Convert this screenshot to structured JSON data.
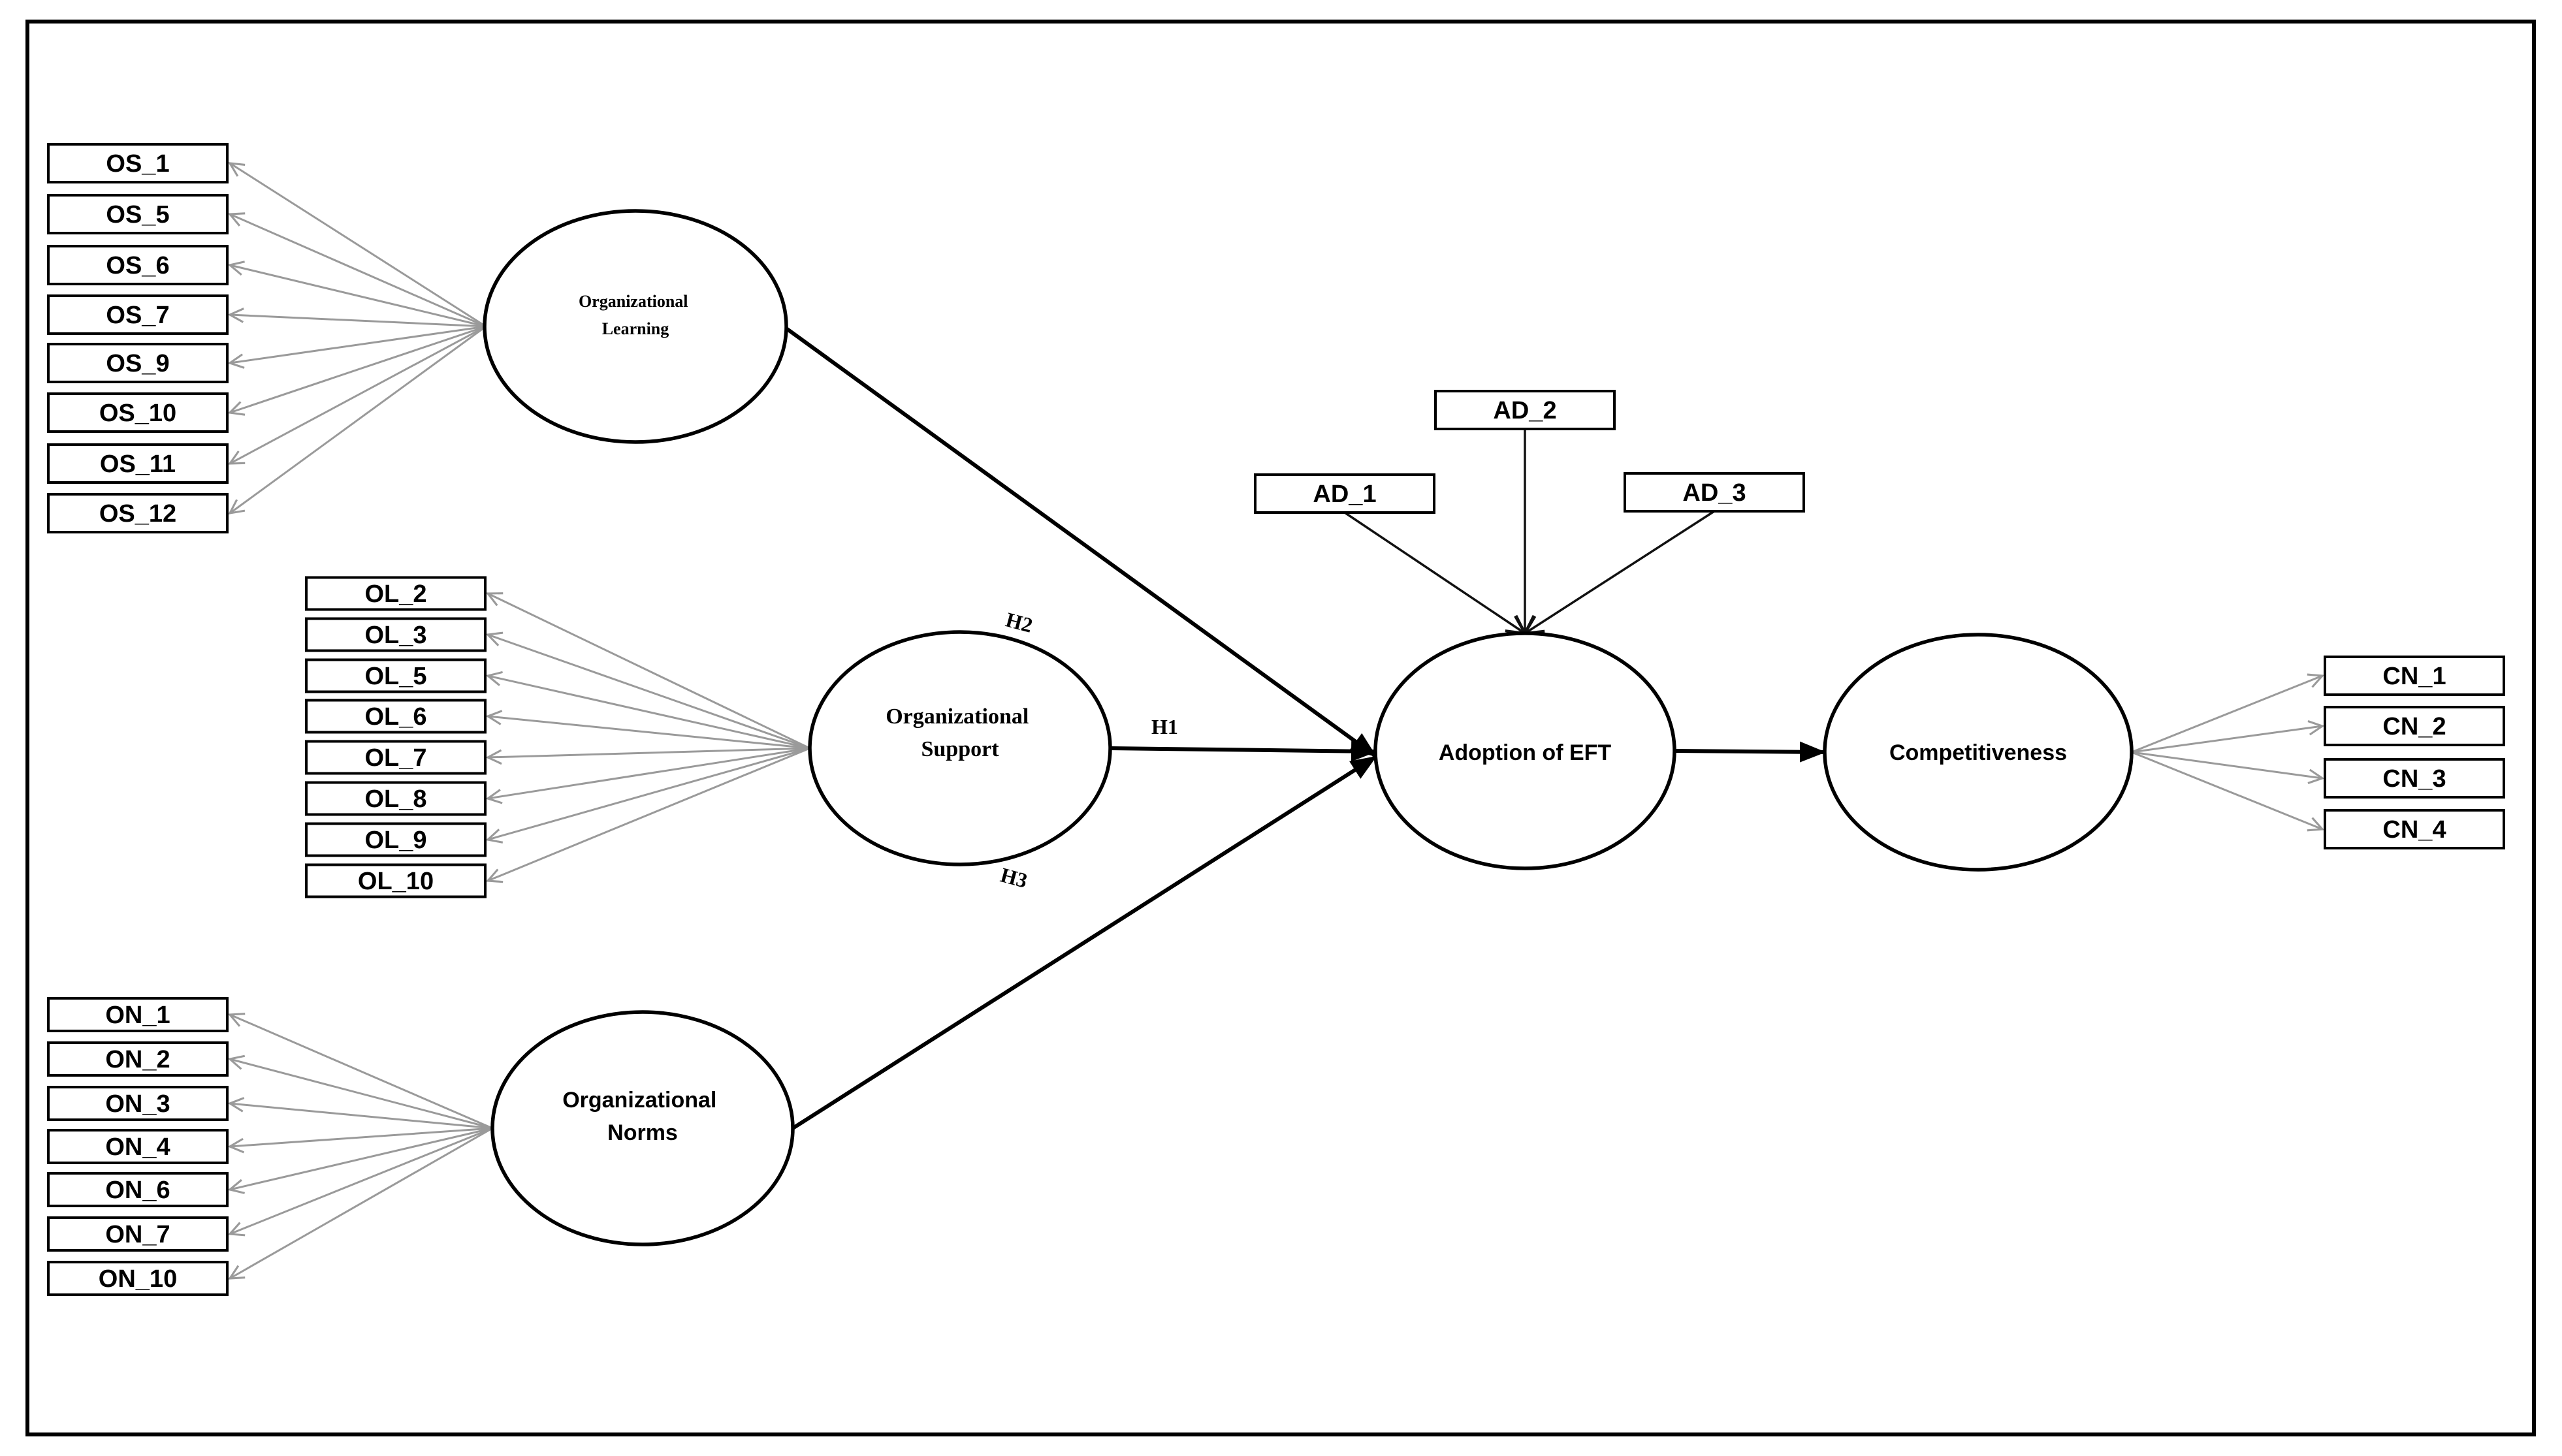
{
  "constructs": {
    "learning": [
      "Organizational",
      "Learning"
    ],
    "support": [
      "Organizational",
      "Support"
    ],
    "norms": [
      "Organizational",
      "Norms"
    ],
    "adoption": [
      "Adoption of EFT"
    ],
    "competitiveness": [
      "Competitiveness"
    ]
  },
  "indicators": {
    "learning": [
      "OS_1",
      "OS_5",
      "OS_6",
      "OS_7",
      "OS_9",
      "OS_10",
      "OS_11",
      "OS_12"
    ],
    "support": [
      "OL_2",
      "OL_3",
      "OL_5",
      "OL_6",
      "OL_7",
      "OL_8",
      "OL_9",
      "OL_10"
    ],
    "norms": [
      "ON_1",
      "ON_2",
      "ON_3",
      "ON_4",
      "ON_6",
      "ON_7",
      "ON_10"
    ],
    "adoption": [
      "AD_1",
      "AD_2",
      "AD_3"
    ],
    "competitiveness": [
      "CN_1",
      "CN_2",
      "CN_3",
      "CN_4"
    ]
  },
  "hypotheses": {
    "h1": "H1",
    "h2": "H2",
    "h3": "H3"
  },
  "colors": {
    "line": "#000000",
    "loading_line": "#9a9a9a",
    "background": "#ffffff"
  }
}
